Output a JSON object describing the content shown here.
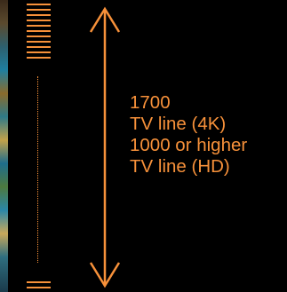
{
  "captions": {
    "line1": "1700",
    "line2": "TV line (4K)",
    "line3": "1000 or higher",
    "line4": "TV line (HD)"
  },
  "colors": {
    "accent": "#f7913a",
    "background": "#000000"
  }
}
